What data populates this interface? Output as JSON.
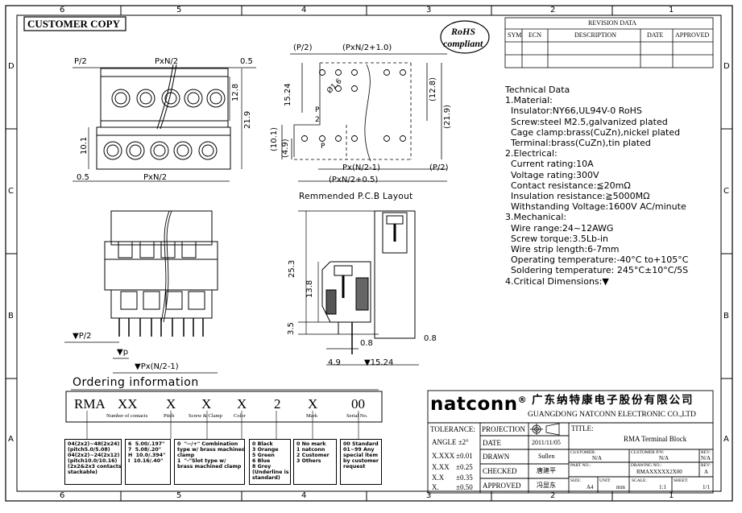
{
  "frame": {
    "columns_top": [
      "6",
      "5",
      "4",
      "3",
      "2",
      "1"
    ],
    "columns_bottom": [
      "6",
      "5",
      "4",
      "3",
      "2",
      "1"
    ],
    "rows_left": [
      "D",
      "C",
      "B",
      "A"
    ],
    "rows_right": [
      "D",
      "C",
      "B",
      "A"
    ]
  },
  "customer_copy": "CUSTOMER COPY",
  "rohs": {
    "line1": "RoHS",
    "line2": "compliant"
  },
  "revision": {
    "title": "REVISION DATA",
    "headers": [
      "SYM",
      "ECN",
      "DESCRIPTION",
      "DATE",
      "APPROVED"
    ]
  },
  "dims_top_view": {
    "p2": "P/2",
    "pxn2": "PxN/2",
    "d05": "0.5",
    "d128": "12.8",
    "d219": "21.9",
    "d101": "10.1",
    "d05b": "0.5",
    "pxn2b": "PxN/2"
  },
  "dims_pcb": {
    "p2": "(P/2)",
    "pxn2_1": "(PxN/2+1.0)",
    "d1524": "15.24",
    "phi16": "Ø1.6",
    "p_over_2_a": "P",
    "p_over_2_b": "2",
    "d128": "(12.8)",
    "d219": "(21.9)",
    "d101": "(10.1)",
    "d49": "(4.9)",
    "p": "P",
    "pxn_1": "Px(N/2-1)",
    "p2b": "(P/2)",
    "pxn2_05": "(PxN/2+0.5)",
    "caption": "Remmended P.C.B Layout"
  },
  "dims_front": {
    "p2": "▼P/2",
    "p": "▼p",
    "pxn": "▼Px(N/2-1)"
  },
  "dims_side": {
    "d253": "25.3",
    "d138": "13.8",
    "d35": "3.5",
    "d08a": "0.8",
    "d08b": "0.8",
    "d49": "4.9",
    "d1524": "▼15.24"
  },
  "tech": [
    "Technical Data",
    "1.Material:",
    "  Insulator:NY66,UL94V-0 RoHS",
    "  Screw:steel M2.5,galvanized plated",
    "  Cage clamp:brass(CuZn),nickel plated",
    "  Terminal:brass(CuZn),tin plated",
    "2.Electrical:",
    "  Current rating:10A",
    "  Voltage rating:300V",
    "  Contact resistance:≦20mΩ",
    "  Insulation resistance:≧5000MΩ",
    "  Withstanding Voltage:1600V AC/minute",
    "3.Mechanical:",
    "  Wire range:24~12AWG",
    "  Screw torque:3.5Lb-in",
    "  Wire strip length:6-7mm",
    "  Operating temperature:-40°C to+105°C",
    "  Soldering temperature: 245°C±10°C/5S",
    "4.Critical Dimensions:▼"
  ],
  "ordering": {
    "title": "Ordering information",
    "code": [
      "RMA",
      "XX",
      "X",
      "X",
      "X",
      "2",
      "X",
      "00"
    ],
    "labels": [
      "Number of contacts",
      "Pitch",
      "Screw & Clamp",
      "Color",
      "Mark",
      "Serial No."
    ],
    "box1": "04(2x2)~48(2x24)\n(pitch5.0/5.08)\n04(2x2)~24(2x12)\n(pitch10.0/10.16)\n(2x2&2x3 contacts\nstackable)",
    "box2": "6  5.00/.197\"\n7  5.08/.20\"\nH  10.0/.394\"\nI  10.16/.40\"",
    "box3": "0  \"--/+\" Combination\ntype w/ brass machined\nclamp\n1  \"-\"Slot type w/\nbrass machined clamp",
    "box4": "0 Black\n3 Orange\n5 Green\n6 Blue\n8 Grey\n(Underline is\nstandard)",
    "box5": "0 No mark\n1 natconn\n2 Customer\n3 Others",
    "box6": "00 Standard\n01~99 Any\nspecial item\nby customer\nrequest"
  },
  "titleblock": {
    "brand": "natconn",
    "reg": "®",
    "cn_name": "广东纳特康电子股份有限公司",
    "en_name": "GUANGDONG NATCONN ELECTRONIC CO.,LTD",
    "tolerance": "TOLERANCE:",
    "angle": "ANGLE ±2°",
    "tol_rows": [
      [
        "X.XXX",
        "±0.01"
      ],
      [
        "X.XX",
        "±0.25"
      ],
      [
        "X.X",
        "±0.35"
      ],
      [
        "X.",
        "±0.50"
      ]
    ],
    "projection": "PROJECTION",
    "title_label": "TITLE:",
    "title_value": "RMA  Terminal Block",
    "date_label": "DATE",
    "date_value": "2011/11/05",
    "drawn_label": "DRAWN",
    "drawn_value": "Sullen",
    "checked_label": "CHECKED",
    "checked_value": "唐建平",
    "approved_label": "APPROVED",
    "approved_value": "冯显东",
    "customer_label": "CUSTOMER:",
    "customer_value": "N/A",
    "customer_pn_label": "CUSTOMER P/N:",
    "customer_pn_value": "N/A",
    "rev_label": "REV:",
    "rev_value1": "N/A",
    "part_no_label": "PART NO.:",
    "drawing_no_label": "DRAWING NO.:",
    "drawing_no_value": "RMAXXXXX2X00",
    "rev_value2": "A",
    "size_label": "SIZE:",
    "size_value": "A4",
    "unit_label": "UNIT:",
    "unit_value": "mm",
    "scale_label": "SCALE:",
    "scale_value": "1:1",
    "sheet_label": "SHEET:",
    "sheet_value": "1/1"
  }
}
